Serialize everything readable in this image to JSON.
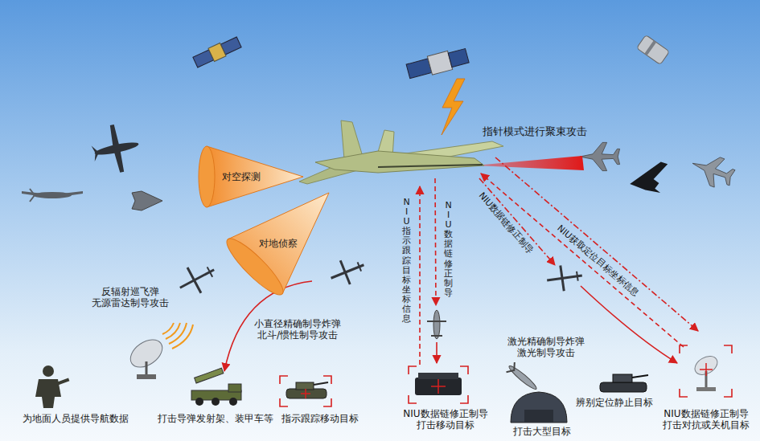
{
  "diagram": {
    "nodes": [
      {
        "text": [
          "对空探测"
        ]
      },
      {
        "text": [
          "对地侦察"
        ]
      }
    ],
    "labels": [
      "指针模式进行聚束攻击",
      "NIU指示跟踪目标坐标信息",
      "NIU数据链修正制导",
      "NIU数据链修正制导",
      "NIU获取定位目标坐标信息",
      "反辐射巡飞弹 无源雷达制导攻击",
      "小直径精确制导炸弹 北斗/惯性制导攻击",
      "激光精确制导炸弹 激光制导攻击",
      "辨别定位静止目标",
      "为地面人员提供导航数据",
      "打击导弹发射架、装甲车等",
      "指示跟踪移动目标",
      "NIU数据链修正制导 打击移动目标",
      "NIU数据链修正制导 打击对抗或关机目标",
      "打击大型目标"
    ]
  }
}
